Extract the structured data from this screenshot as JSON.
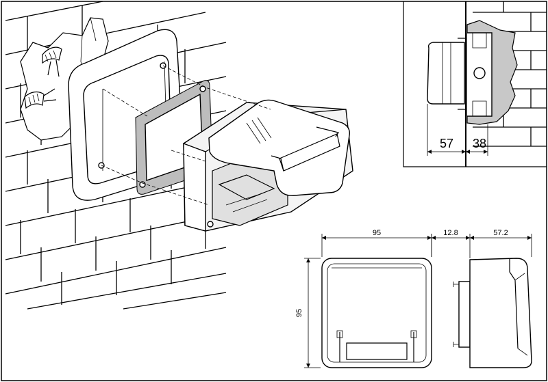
{
  "detail_dimensions": {
    "wall_gap_left": "57",
    "wall_gap_right": "38"
  },
  "front_view": {
    "width": "95",
    "height": "95"
  },
  "side_view": {
    "depth_back": "12.8",
    "depth_front": "57.2"
  },
  "colors": {
    "outline": "#000000",
    "wall_fill": "#c8c8c8",
    "background": "#ffffff"
  }
}
